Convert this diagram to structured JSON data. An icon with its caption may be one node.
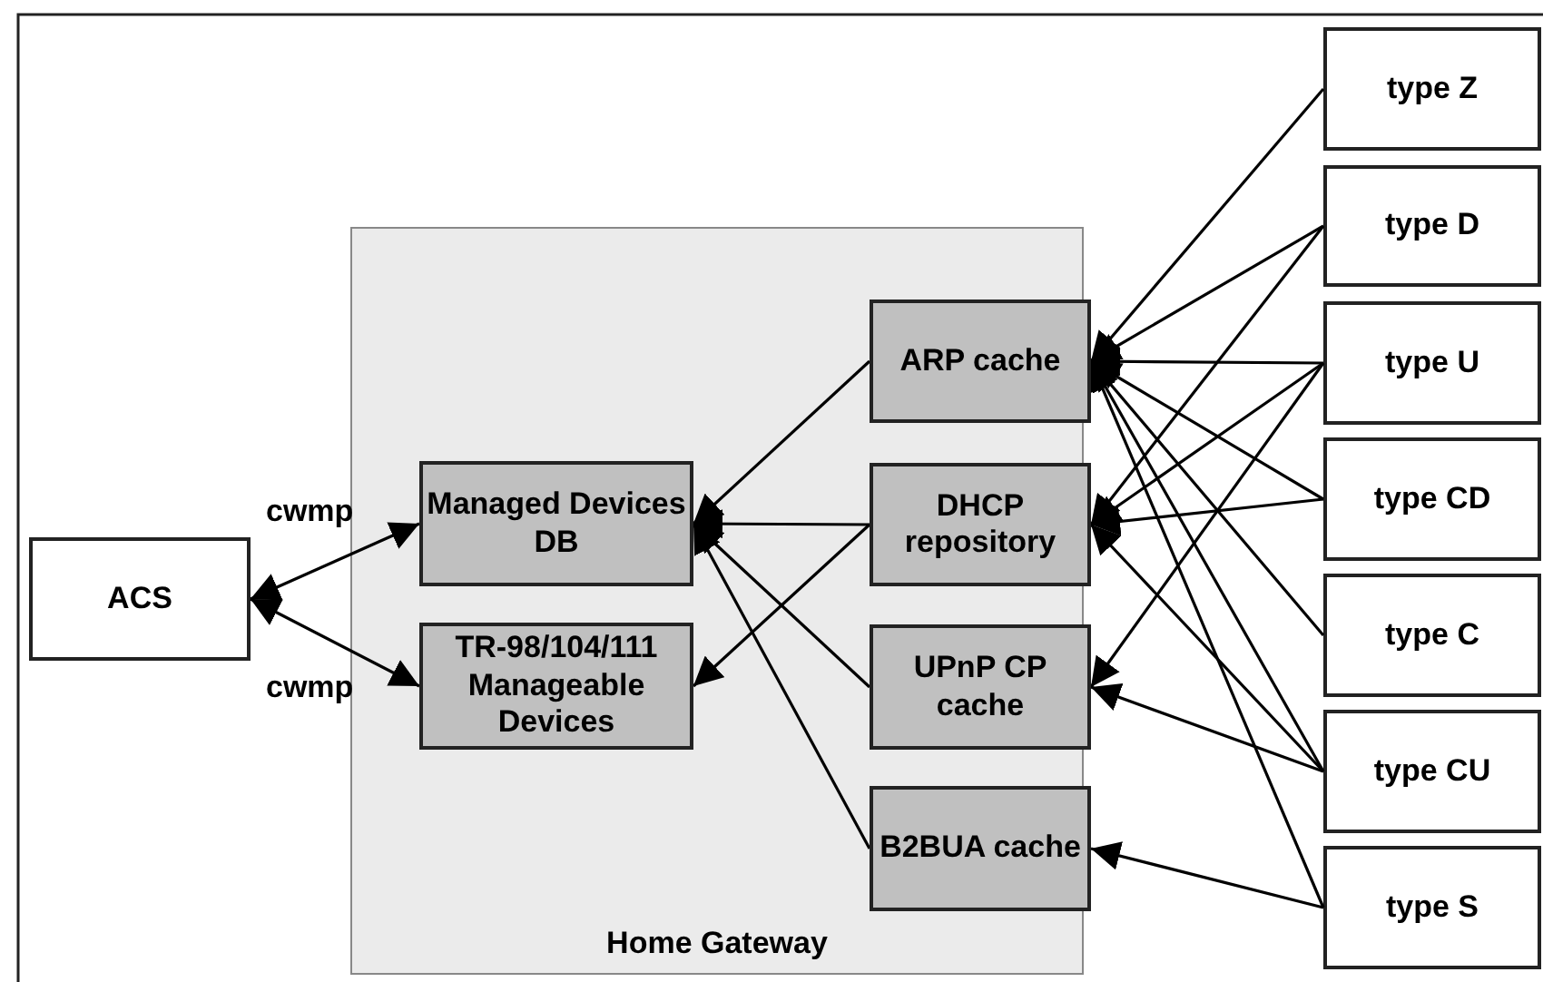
{
  "diagram": {
    "nodes": [
      {
        "text": [
          "ACS"
        ]
      },
      {
        "text": [
          "Home Gateway"
        ]
      },
      {
        "text": [
          "Managed Devices DB"
        ],
        "in": 1
      },
      {
        "text": [
          "TR-98/104/111 Manageable Devices"
        ],
        "in": 1
      },
      {
        "text": [
          "ARP cache"
        ],
        "in": 1
      },
      {
        "text": [
          "DHCP repository"
        ],
        "in": 1
      },
      {
        "text": [
          "UPnP CP cache"
        ],
        "in": 1
      },
      {
        "text": [
          "B2BUA cache"
        ],
        "in": 1
      },
      {
        "text": [
          "type Z"
        ]
      },
      {
        "text": [
          "type D"
        ]
      },
      {
        "text": [
          "type U"
        ]
      },
      {
        "text": [
          "type CD"
        ]
      },
      {
        "text": [
          "type C"
        ]
      },
      {
        "text": [
          "type CU"
        ]
      },
      {
        "text": [
          "type S"
        ]
      }
    ],
    "edges": [
      {
        "from": 0,
        "to": 2,
        "arrow": "both",
        "label": "cwmp"
      },
      {
        "from": 0,
        "to": 3,
        "arrow": "both",
        "label": "cwmp"
      },
      {
        "from": 4,
        "to": 2,
        "arrow": "to"
      },
      {
        "from": 5,
        "to": 2,
        "arrow": "to"
      },
      {
        "from": 5,
        "to": 3,
        "arrow": "to"
      },
      {
        "from": 6,
        "to": 2,
        "arrow": "to"
      },
      {
        "from": 7,
        "to": 2,
        "arrow": "to"
      },
      {
        "from": 8,
        "to": 4,
        "arrow": "to"
      },
      {
        "from": 9,
        "to": 4,
        "arrow": "to"
      },
      {
        "from": 10,
        "to": 4,
        "arrow": "to"
      },
      {
        "from": 11,
        "to": 4,
        "arrow": "to"
      },
      {
        "from": 12,
        "to": 4,
        "arrow": "to"
      },
      {
        "from": 13,
        "to": 4,
        "arrow": "to"
      },
      {
        "from": 14,
        "to": 4,
        "arrow": "to"
      },
      {
        "from": 9,
        "to": 5,
        "arrow": "to"
      },
      {
        "from": 10,
        "to": 5,
        "arrow": "to"
      },
      {
        "from": 11,
        "to": 5,
        "arrow": "to"
      },
      {
        "from": 13,
        "to": 5,
        "arrow": "to"
      },
      {
        "from": 10,
        "to": 6,
        "arrow": "to"
      },
      {
        "from": 13,
        "to": 6,
        "arrow": "to"
      },
      {
        "from": 14,
        "to": 7,
        "arrow": "to"
      }
    ]
  }
}
